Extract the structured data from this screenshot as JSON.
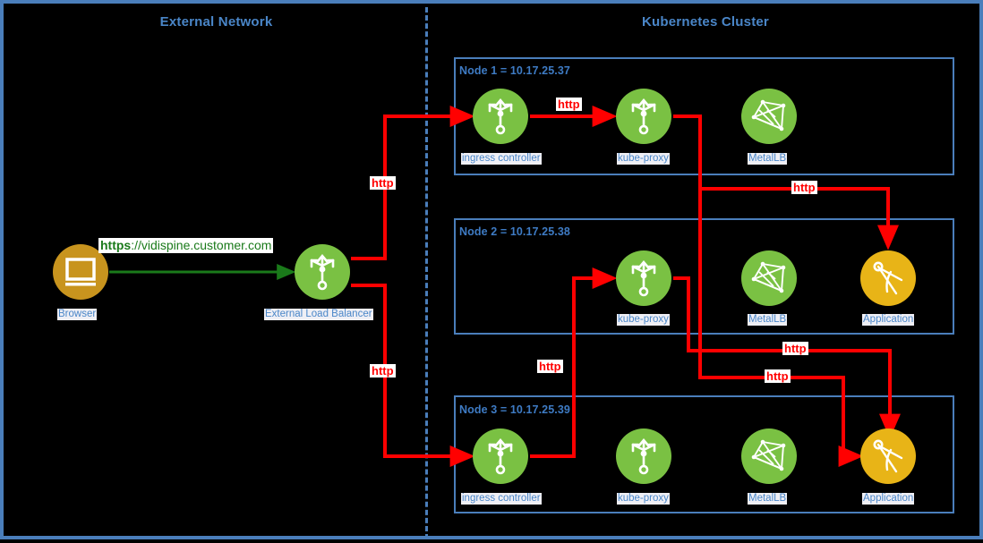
{
  "zones": {
    "external": {
      "title": "External Network"
    },
    "cluster": {
      "title": "Kubernetes Cluster"
    }
  },
  "colors": {
    "background": "#000000",
    "frame_blue": "#4A7EBB",
    "title_blue": "#4A86C8",
    "node_green": "#7AC143",
    "node_gold": "#E8B417",
    "browser_brown": "#C8941E",
    "http_red": "#FF0000",
    "https_green": "#1A7A1A"
  },
  "external_network": {
    "browser": {
      "label": "Browser",
      "icon": "monitor-icon"
    },
    "load_balancer": {
      "label": "External Load Balancer",
      "icon": "trident-icon"
    },
    "url_prefix": "https",
    "url_rest": "://vidispine.customer.com"
  },
  "nodes": [
    {
      "label": "Node 1 = 10.17.25.37",
      "components": [
        {
          "label": "ingress controller",
          "icon": "trident-icon",
          "color": "green"
        },
        {
          "label": "kube-proxy",
          "icon": "trident-icon",
          "color": "green"
        },
        {
          "label": "MetalLB",
          "icon": "mesh-icon",
          "color": "green"
        }
      ]
    },
    {
      "label": "Node 2 = 10.17.25.38",
      "components": [
        {
          "label": "kube-proxy",
          "icon": "trident-icon",
          "color": "green"
        },
        {
          "label": "MetalLB",
          "icon": "mesh-icon",
          "color": "green"
        },
        {
          "label": "Application",
          "icon": "compass-icon",
          "color": "gold"
        }
      ]
    },
    {
      "label": "Node 3 = 10.17.25.39",
      "components": [
        {
          "label": "ingress controller",
          "icon": "trident-icon",
          "color": "green"
        },
        {
          "label": "kube-proxy",
          "icon": "trident-icon",
          "color": "green"
        },
        {
          "label": "MetalLB",
          "icon": "mesh-icon",
          "color": "green"
        },
        {
          "label": "Application",
          "icon": "compass-icon",
          "color": "gold"
        }
      ]
    }
  ],
  "flow_labels": {
    "lb_to_node1": "http",
    "lb_to_node3": "http",
    "node1_ingress_to_proxy": "http",
    "node1_proxy_to_node2_app": "http",
    "node3_ingress_to_node2_proxy": "http",
    "node2_proxy_to_node3_app": "http",
    "node1_proxy_to_node3_app": "http"
  }
}
